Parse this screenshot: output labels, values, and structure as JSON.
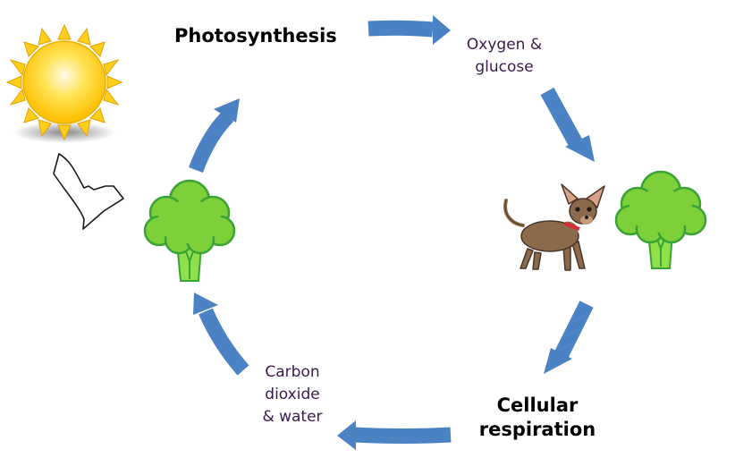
{
  "labels": {
    "photosynthesis": "Photosynthesis",
    "oxygen_glucose": [
      "Oxygen &",
      "glucose"
    ],
    "cellular_respiration": [
      "Cellular",
      "respiration"
    ],
    "carbon_dioxide_water": [
      "Carbon",
      "dioxide",
      "& water"
    ]
  },
  "colors": {
    "cycle_arrow": "#4a82c3",
    "tree_canopy": "#7ed03a",
    "tree_outline": "#3aa335",
    "sun": "#ffd21a",
    "dog": "#8b6a4c"
  }
}
